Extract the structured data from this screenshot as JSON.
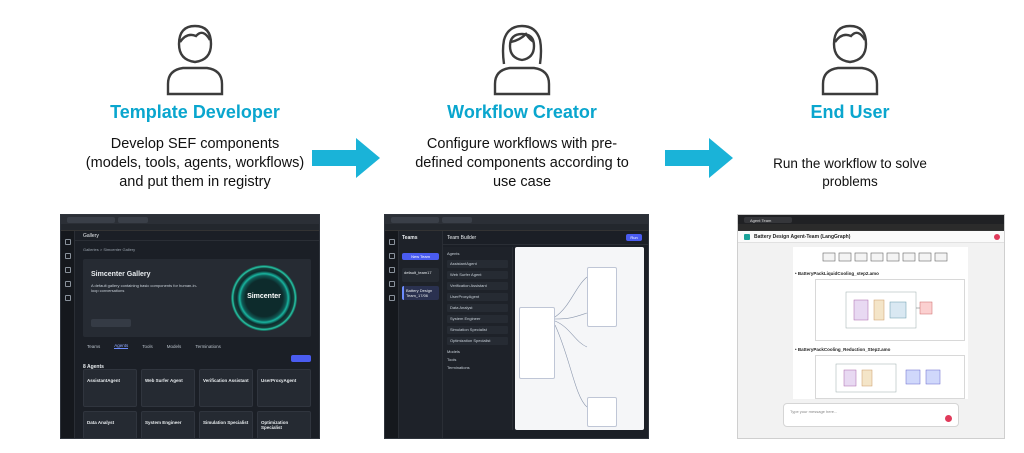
{
  "columns": [
    {
      "title": "Template Developer",
      "lines": [
        "Develop SEF components",
        "(models, tools, agents, workflows)",
        "and put them in registry"
      ]
    },
    {
      "title": "Workflow Creator",
      "lines": [
        "Configure workflows with pre-",
        "defined components according to",
        "use case"
      ]
    },
    {
      "title": "End User",
      "lines": [
        "Run the workflow to solve",
        "problems"
      ]
    }
  ],
  "colors": {
    "title": "#0aa6ce",
    "arrow": "#1ab3d8",
    "icon_stroke": "#3c3c3c"
  },
  "screenshots": {
    "gallery": {
      "header": "Gallery",
      "breadcrumb": "Galleries > Simcenter Gallery",
      "hero_title": "Simcenter Gallery",
      "hero_desc": "A default gallery containing basic components for human-in-loop conversations",
      "badge": "Simcenter",
      "tabs": [
        "Teams",
        "Agents",
        "Tools",
        "Models",
        "Terminations"
      ],
      "section": "8 Agents",
      "cards": [
        "AssistantAgent",
        "Web Surfer Agent",
        "Verification Assistant",
        "UserProxyAgent",
        "Data Analyst",
        "System Engineer",
        "Simulation Specialist",
        "Optimization Specialist"
      ]
    },
    "team_builder": {
      "header": "Team Builder",
      "panel": "Teams",
      "new_team": "New Team",
      "teams": [
        "default_team17",
        "Battery Design Team_17/06"
      ],
      "sections": [
        "Agents",
        "Models",
        "Tools",
        "Terminations"
      ],
      "agents": [
        "AssistantAgent",
        "Web Surfer Agent",
        "Verification Assistant",
        "UserProxyAgent",
        "Data Analyst",
        "System Engineer",
        "Simulation Specialist",
        "Optimization Specialist"
      ],
      "run": "Run"
    },
    "chat": {
      "tab": "Agent Team",
      "title": "Battery Design Agent-Team (LangGraph)",
      "items": [
        "BatteryPackLiquidCooling_step2.amo",
        "BatteryPackCooling_Reduction_Step2.amo"
      ],
      "input_placeholder": "Type your message here..."
    }
  }
}
